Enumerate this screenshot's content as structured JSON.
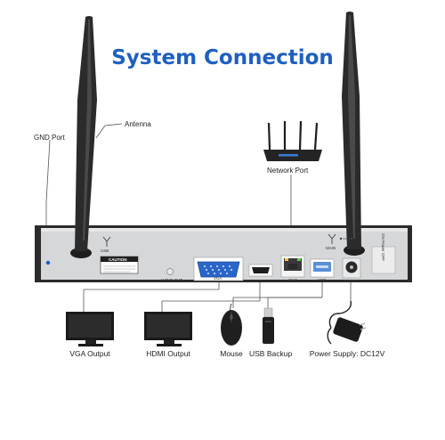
{
  "title": "System Connection",
  "callouts": {
    "antenna": "Antenna",
    "gnd_port": "GND Port",
    "network_port": "Network Port"
  },
  "panel_labels": {
    "usb_top": "USB",
    "main_top": "MAIN",
    "caution": "CAUTION",
    "audio_out": "AUDIO OUT",
    "vga": "VGA",
    "wan": "WAN",
    "usb_port": "USB",
    "dc12v": "DC12V",
    "on_power_off": "ON Power OFF"
  },
  "devices": {
    "vga_output": "VGA Output",
    "hdmi_output": "HDMI Output",
    "mouse": "Mouse",
    "usb_backup": "USB Backup",
    "power_supply": "Power Supply: DC12V"
  },
  "colors": {
    "title": "#1f5fbf",
    "chassis": "#2c2c2c",
    "panel": "#d4d6d8",
    "accent_blue": "#1c5fc9"
  }
}
